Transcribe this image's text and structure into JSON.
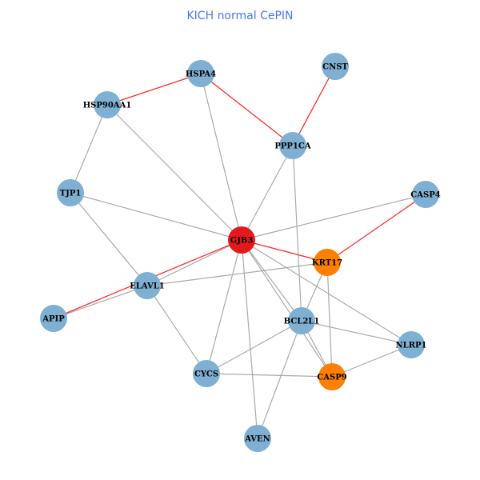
{
  "title": "KICH normal CePIN",
  "colors": {
    "default": "#7fb0d3",
    "seed": "#e3191c",
    "highlight": "#ff7f00",
    "edge": "#aaaaaa",
    "edge_highlight": "#ff2a2a"
  },
  "nodes": [
    {
      "id": "GJB3",
      "type": "seed"
    },
    {
      "id": "KRT17",
      "type": "highlight"
    },
    {
      "id": "CASP9",
      "type": "highlight"
    },
    {
      "id": "HSPA4",
      "type": "default"
    },
    {
      "id": "CNST",
      "type": "default"
    },
    {
      "id": "HSP90AA1",
      "type": "default"
    },
    {
      "id": "PPP1CA",
      "type": "default"
    },
    {
      "id": "TJP1",
      "type": "default"
    },
    {
      "id": "CASP4",
      "type": "default"
    },
    {
      "id": "ELAVL1",
      "type": "default"
    },
    {
      "id": "APIP",
      "type": "default"
    },
    {
      "id": "BCL2L1",
      "type": "default"
    },
    {
      "id": "NLRP1",
      "type": "default"
    },
    {
      "id": "CYCS",
      "type": "default"
    },
    {
      "id": "AVEN",
      "type": "default"
    }
  ],
  "edges": [
    [
      "HSP90AA1",
      "TJP1",
      0
    ],
    [
      "HSP90AA1",
      "GJB3",
      0
    ],
    [
      "HSPA4",
      "GJB3",
      0
    ],
    [
      "PPP1CA",
      "GJB3",
      0
    ],
    [
      "PPP1CA",
      "BCL2L1",
      0
    ],
    [
      "TJP1",
      "GJB3",
      0
    ],
    [
      "TJP1",
      "ELAVL1",
      0
    ],
    [
      "CASP4",
      "GJB3",
      0
    ],
    [
      "ELAVL1",
      "GJB3",
      0
    ],
    [
      "ELAVL1",
      "KRT17",
      0
    ],
    [
      "ELAVL1",
      "CYCS",
      0
    ],
    [
      "APIP",
      "ELAVL1",
      0
    ],
    [
      "GJB3",
      "BCL2L1",
      0
    ],
    [
      "GJB3",
      "CASP9",
      0
    ],
    [
      "GJB3",
      "NLRP1",
      0
    ],
    [
      "GJB3",
      "CYCS",
      0
    ],
    [
      "GJB3",
      "AVEN",
      0
    ],
    [
      "KRT17",
      "BCL2L1",
      0
    ],
    [
      "KRT17",
      "CASP9",
      0
    ],
    [
      "BCL2L1",
      "NLRP1",
      0
    ],
    [
      "BCL2L1",
      "CASP9",
      0
    ],
    [
      "BCL2L1",
      "CYCS",
      0
    ],
    [
      "BCL2L1",
      "AVEN",
      0
    ],
    [
      "CYCS",
      "CASP9",
      0
    ],
    [
      "NLRP1",
      "CASP9",
      0
    ],
    [
      "HSP90AA1",
      "HSPA4",
      1
    ],
    [
      "HSPA4",
      "PPP1CA",
      1
    ],
    [
      "CNST",
      "PPP1CA",
      1
    ],
    [
      "GJB3",
      "KRT17",
      1
    ],
    [
      "KRT17",
      "CASP4",
      1
    ],
    [
      "APIP",
      "GJB3",
      1
    ]
  ]
}
